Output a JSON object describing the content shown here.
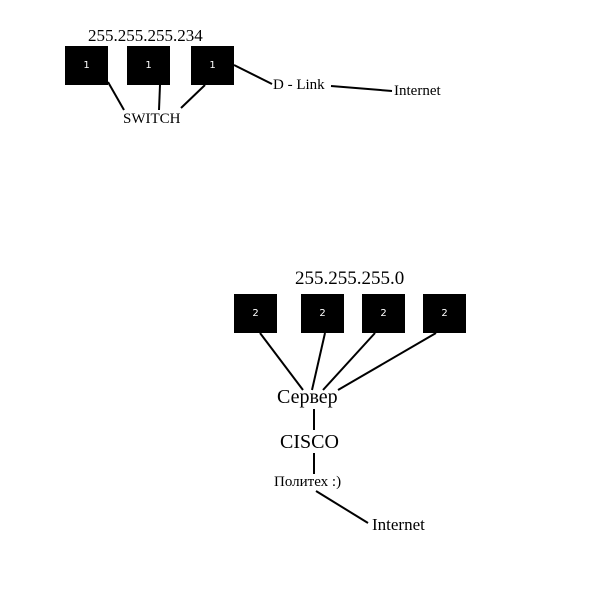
{
  "top_network": {
    "subnet_mask": "255.255.255.234",
    "computers": [
      "1",
      "1",
      "1"
    ],
    "switch_label": "SWITCH",
    "router_label": "D - Link",
    "internet_label": "Internet"
  },
  "bottom_network": {
    "subnet_mask": "255.255.255.0",
    "computers": [
      "2",
      "2",
      "2",
      "2"
    ],
    "server_label": "Сервер",
    "cisco_label": "CISCO",
    "provider_label": "Политех :)",
    "internet_label": "Internet"
  },
  "colors": {
    "background": "#ffffff",
    "node_fill": "#000000",
    "node_text": "#ffffff",
    "line": "#000000"
  }
}
